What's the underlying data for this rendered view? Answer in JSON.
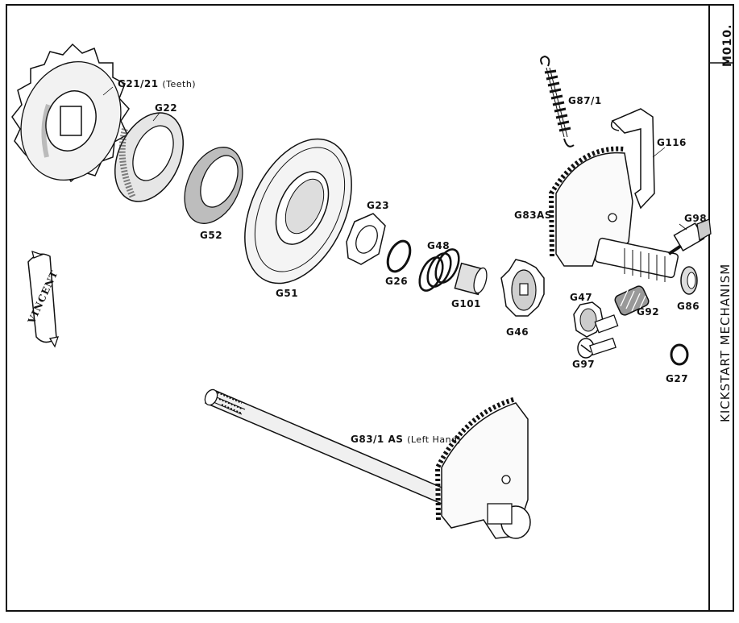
{
  "sheet": {
    "code": "M010.",
    "title": "KICKSTART MECHANISM"
  },
  "logo": {
    "text": "VINCENT"
  },
  "parts": [
    {
      "id": "G21/21",
      "note": "(Teeth)"
    },
    {
      "id": "G22"
    },
    {
      "id": "G52"
    },
    {
      "id": "G51"
    },
    {
      "id": "G23"
    },
    {
      "id": "G26"
    },
    {
      "id": "G48"
    },
    {
      "id": "G101"
    },
    {
      "id": "G46"
    },
    {
      "id": "G87/1"
    },
    {
      "id": "G116"
    },
    {
      "id": "G83AS"
    },
    {
      "id": "G98"
    },
    {
      "id": "G86"
    },
    {
      "id": "G47"
    },
    {
      "id": "G92"
    },
    {
      "id": "G97"
    },
    {
      "id": "G27"
    },
    {
      "id": "G83/1 AS",
      "note": "(Left Hand)"
    }
  ],
  "colors": {
    "ink": "#111111",
    "paper": "#ffffff",
    "shade": "#d8d8d8"
  }
}
